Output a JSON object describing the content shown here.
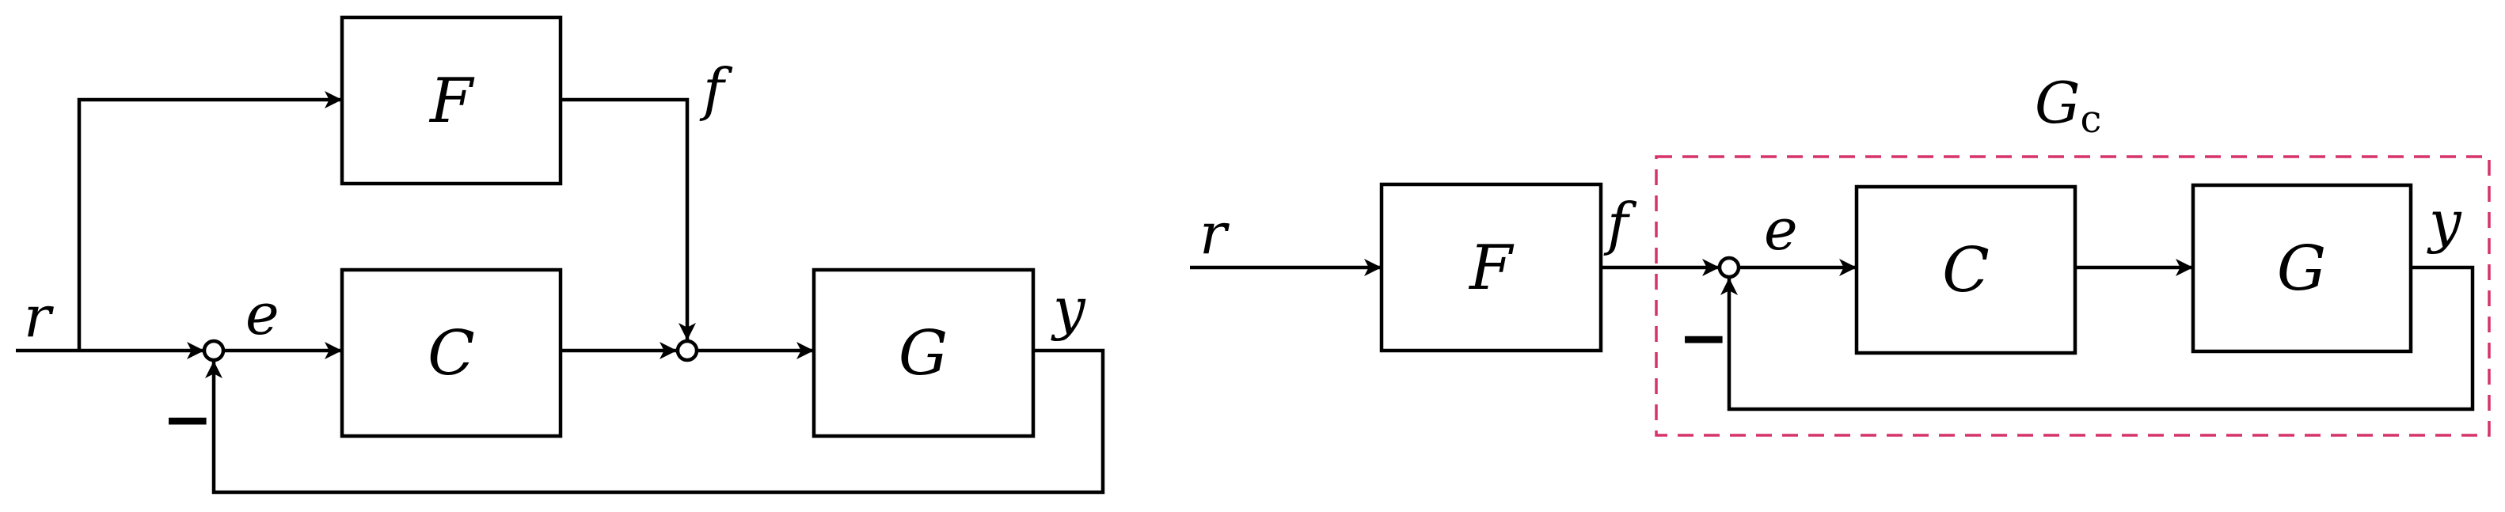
{
  "left_diagram": {
    "blocks": {
      "prefilter": "F",
      "controller": "C",
      "plant": "G"
    },
    "signals": {
      "reference": "r",
      "error": "e",
      "feedforward": "f",
      "output": "y"
    },
    "feedback_sign": "−"
  },
  "right_diagram": {
    "blocks": {
      "prefilter": "F",
      "controller": "C",
      "plant": "G"
    },
    "signals": {
      "reference": "r",
      "prefiltered": "f",
      "error": "e",
      "output": "y"
    },
    "feedback_sign": "−",
    "closed_loop_label": {
      "symbol": "G",
      "subscript": "c"
    },
    "closed_loop_frame_color": "#d6336c"
  }
}
